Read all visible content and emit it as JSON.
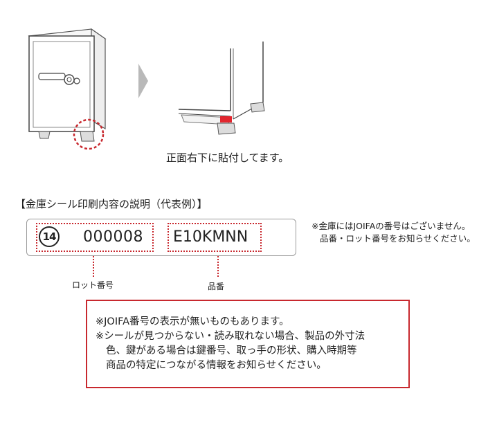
{
  "illustration": {
    "left": "safe-front-view",
    "arrow": "chevron-right-icon",
    "right": "safe-bottom-right-corner-closeup",
    "highlight_color": "#c8282e",
    "sticker_color": "#e2262e"
  },
  "caption": "正面右下に貼付してます。",
  "section_title": "【金庫シール印刷内容の説明（代表例）】",
  "label": {
    "lot_circle": "14",
    "lot_number": "000008",
    "product_number": "E10KMNN"
  },
  "side_note": {
    "line1": "※金庫にはJOIFAの番号はございません。",
    "line2": "品番・ロット番号をお知らせください。"
  },
  "leads": {
    "lot_label": "ロット番号",
    "product_label": "品番"
  },
  "notice": {
    "line1": "※JOIFA番号の表示が無いものもあります。",
    "line2": "※シールが見つからない・読み取れない場合、製品の外寸法",
    "line3": "色、鍵がある場合は鍵番号、取っ手の形状、購入時期等",
    "line4": "商品の特定につながる情報をお知らせください。"
  }
}
